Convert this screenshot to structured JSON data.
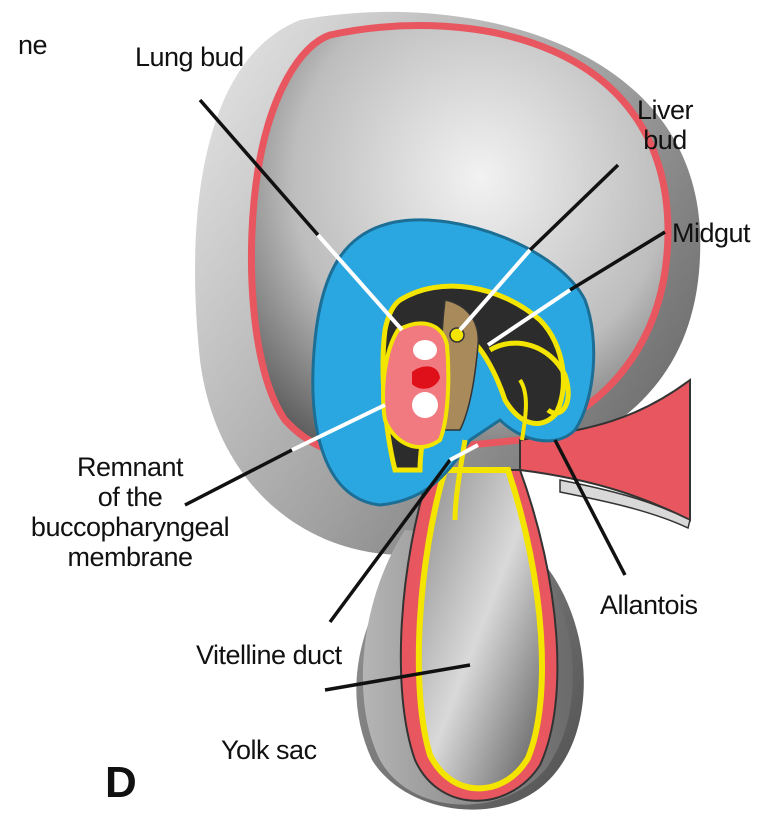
{
  "labels": {
    "cut_fragment": "ne",
    "lung_bud": "Lung bud",
    "liver_bud_line1": "Liver",
    "liver_bud_line2": "bud",
    "midgut": "Midgut",
    "remnant_line1": "Remnant",
    "remnant_line2": "of the",
    "remnant_line3": "buccopharyngeal",
    "remnant_line4": "membrane",
    "allantois": "Allantois",
    "vitelline_duct": "Vitelline duct",
    "yolk_sac": "Yolk sac"
  },
  "panel_letter": "D",
  "colors": {
    "amnion_outer": "#9a9a9a",
    "amniotic_cavity": "#cfcfcf",
    "ectoderm_red": "#e8575f",
    "embryo_blue": "#2aa7e0",
    "endoderm_yellow": "#f4e500",
    "gut_dark": "#2c2c2c",
    "liver_tan": "#a88a5b",
    "pharynx_pink": "#f07a80"
  }
}
